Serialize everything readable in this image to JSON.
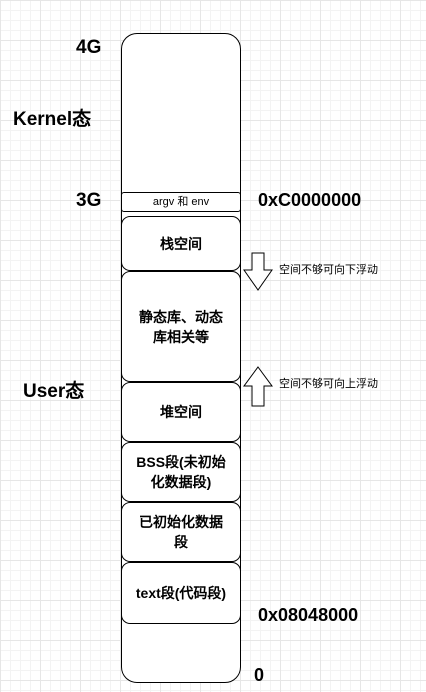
{
  "labels": {
    "four_g": "4G",
    "kernel": "Kernel态",
    "three_g": "3G",
    "user": "User态",
    "addr_kernel_start": "0xC0000000",
    "addr_text_start": "0x08048000",
    "zero": "0"
  },
  "segments": {
    "argv_env": "argv 和 env",
    "stack": "栈空间",
    "libs_line1": "静态库、动态",
    "libs_line2": "库相关等",
    "heap": "堆空间",
    "bss_line1": "BSS段(未初始",
    "bss_line2": "化数据段)",
    "data_line1": "已初始化数据",
    "data_line2": "段",
    "text": "text段(代码段)"
  },
  "arrows": {
    "down_note": "空间不够可向下浮动",
    "up_note": "空间不够可向上浮动"
  }
}
